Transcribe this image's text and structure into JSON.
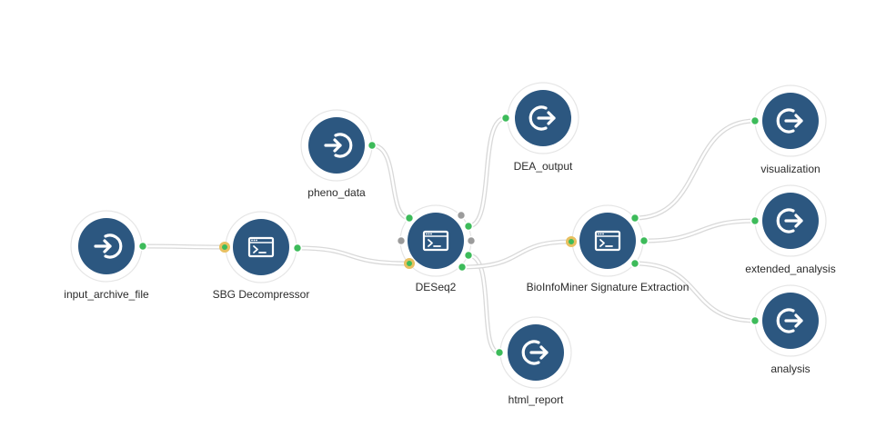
{
  "workflow": {
    "nodes": [
      {
        "id": "input_archive_file",
        "label": "input_archive_file",
        "kind": "input-icon"
      },
      {
        "id": "pheno_data",
        "label": "pheno_data",
        "kind": "input-icon"
      },
      {
        "id": "sbg_decompressor",
        "label": "SBG Decompressor",
        "kind": "tool-icon"
      },
      {
        "id": "deseq2",
        "label": "DESeq2",
        "kind": "tool-icon"
      },
      {
        "id": "dea_output",
        "label": "DEA_output",
        "kind": "output-icon"
      },
      {
        "id": "html_report",
        "label": "html_report",
        "kind": "output-icon"
      },
      {
        "id": "bioinfominer",
        "label": "BioInfoMiner Signature Extraction",
        "kind": "tool-icon"
      },
      {
        "id": "visualization",
        "label": "visualization",
        "kind": "output-icon"
      },
      {
        "id": "extended_analysis",
        "label": "extended_analysis",
        "kind": "output-icon"
      },
      {
        "id": "analysis",
        "label": "analysis",
        "kind": "output-icon"
      }
    ],
    "edges": [
      {
        "from": "input_archive_file",
        "to": "sbg_decompressor"
      },
      {
        "from": "sbg_decompressor",
        "to": "deseq2"
      },
      {
        "from": "pheno_data",
        "to": "deseq2"
      },
      {
        "from": "deseq2",
        "to": "dea_output"
      },
      {
        "from": "deseq2",
        "to": "html_report"
      },
      {
        "from": "deseq2",
        "to": "bioinfominer"
      },
      {
        "from": "bioinfominer",
        "to": "visualization"
      },
      {
        "from": "bioinfominer",
        "to": "extended_analysis"
      },
      {
        "from": "bioinfominer",
        "to": "analysis"
      }
    ],
    "colors": {
      "node_fill": "#2c5780",
      "port_connected": "#3dbb5a",
      "port_unconnected": "#9b9b9b",
      "port_required_ring": "#e8c060",
      "edge": "#d9d9d9"
    }
  }
}
